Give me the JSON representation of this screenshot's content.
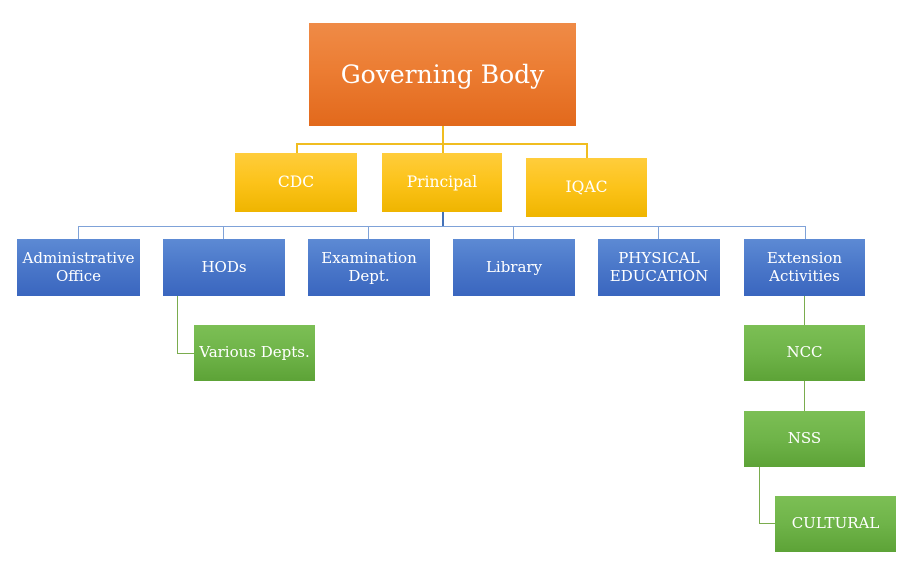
{
  "chart": {
    "type": "organizational-hierarchy",
    "title": "Governing Body",
    "background": "#ffffff",
    "palette": {
      "root_orange": "#ec7d33",
      "level2_gold": "#fcc31a",
      "level3_blue": "#4a77c9",
      "level4_green": "#6fb449",
      "connector_gold": "#f0bd20",
      "connector_blue": "#7fa2d8",
      "connector_green": "#7aac4e",
      "node_text": "#ffffff"
    },
    "levels": [
      {
        "level": 1,
        "color_name": "orange",
        "nodes": [
          {
            "id": "governing-body",
            "label": "Governing Body"
          }
        ]
      },
      {
        "level": 2,
        "color_name": "gold",
        "nodes": [
          {
            "id": "cdc",
            "label": "CDC"
          },
          {
            "id": "principal",
            "label": "Principal"
          },
          {
            "id": "iqac",
            "label": "IQAC"
          }
        ]
      },
      {
        "level": 3,
        "color_name": "blue",
        "nodes": [
          {
            "id": "administrative-office",
            "label": "Administrative\nOffice"
          },
          {
            "id": "hods",
            "label": "HODs"
          },
          {
            "id": "examination-dept",
            "label": "Examination\nDept."
          },
          {
            "id": "library",
            "label": "Library"
          },
          {
            "id": "physical-education",
            "label": "PHYSICAL\nEDUCATION"
          },
          {
            "id": "extension-activities",
            "label": "Extension\nActivities"
          }
        ]
      },
      {
        "level": 4,
        "color_name": "green",
        "nodes": [
          {
            "id": "various-depts",
            "label": "Various  Depts."
          },
          {
            "id": "ncc",
            "label": "NCC"
          },
          {
            "id": "nss",
            "label": "NSS"
          },
          {
            "id": "cultural",
            "label": "CULTURAL"
          }
        ]
      }
    ],
    "edges": [
      {
        "from": "governing-body",
        "to": "cdc"
      },
      {
        "from": "governing-body",
        "to": "principal"
      },
      {
        "from": "governing-body",
        "to": "iqac"
      },
      {
        "from": "principal",
        "to": "administrative-office"
      },
      {
        "from": "principal",
        "to": "hods"
      },
      {
        "from": "principal",
        "to": "examination-dept"
      },
      {
        "from": "principal",
        "to": "library"
      },
      {
        "from": "principal",
        "to": "physical-education"
      },
      {
        "from": "principal",
        "to": "extension-activities"
      },
      {
        "from": "hods",
        "to": "various-depts"
      },
      {
        "from": "extension-activities",
        "to": "ncc"
      },
      {
        "from": "ncc",
        "to": "nss"
      },
      {
        "from": "nss",
        "to": "cultural"
      }
    ]
  }
}
